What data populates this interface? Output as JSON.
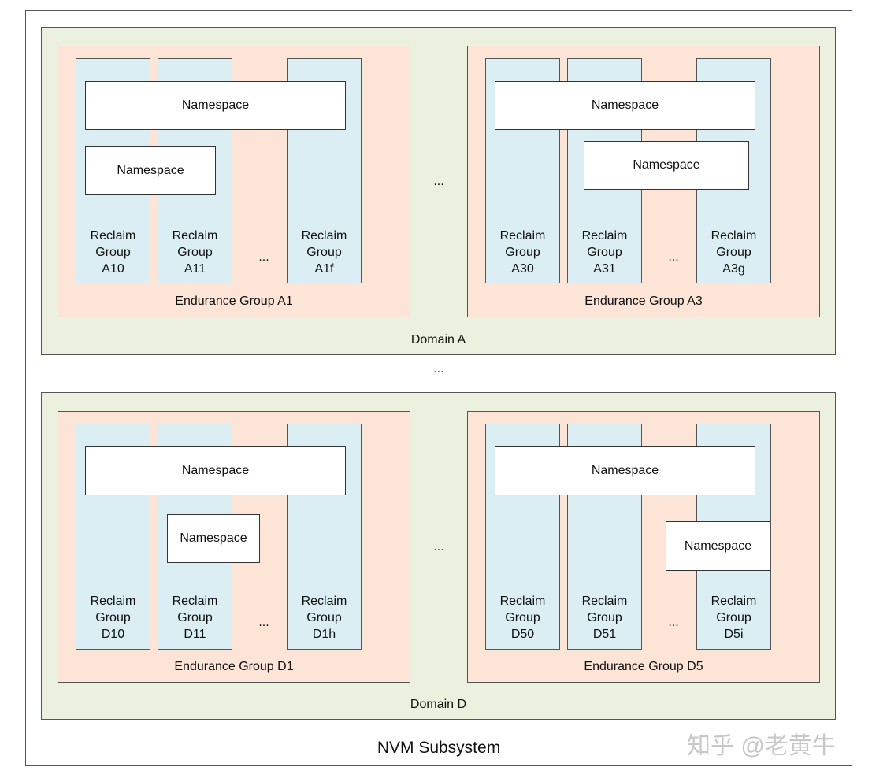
{
  "subsystem": {
    "title": "NVM Subsystem"
  },
  "watermark": "知乎 @老黄牛",
  "ellipsis": "...",
  "domain_a": {
    "label": "Domain A",
    "eg_a1": {
      "label": "Endurance Group A1",
      "ns_wide": "Namespace",
      "ns_small": "Namespace",
      "rg1": {
        "l1": "Reclaim",
        "l2": "Group",
        "l3": "A10"
      },
      "rg2": {
        "l1": "Reclaim",
        "l2": "Group",
        "l3": "A11"
      },
      "rg3": {
        "l1": "Reclaim",
        "l2": "Group",
        "l3": "A1f"
      }
    },
    "eg_a3": {
      "label": "Endurance Group A3",
      "ns_wide": "Namespace",
      "ns_small": "Namespace",
      "rg1": {
        "l1": "Reclaim",
        "l2": "Group",
        "l3": "A30"
      },
      "rg2": {
        "l1": "Reclaim",
        "l2": "Group",
        "l3": "A31"
      },
      "rg3": {
        "l1": "Reclaim",
        "l2": "Group",
        "l3": "A3g"
      }
    }
  },
  "domain_d": {
    "label": "Domain D",
    "eg_d1": {
      "label": "Endurance Group D1",
      "ns_wide": "Namespace",
      "ns_small": "Namespace",
      "rg1": {
        "l1": "Reclaim",
        "l2": "Group",
        "l3": "D10"
      },
      "rg2": {
        "l1": "Reclaim",
        "l2": "Group",
        "l3": "D11"
      },
      "rg3": {
        "l1": "Reclaim",
        "l2": "Group",
        "l3": "D1h"
      }
    },
    "eg_d5": {
      "label": "Endurance Group D5",
      "ns_wide": "Namespace",
      "ns_small": "Namespace",
      "rg1": {
        "l1": "Reclaim",
        "l2": "Group",
        "l3": "D50"
      },
      "rg2": {
        "l1": "Reclaim",
        "l2": "Group",
        "l3": "D51"
      },
      "rg3": {
        "l1": "Reclaim",
        "l2": "Group",
        "l3": "D5i"
      }
    }
  }
}
